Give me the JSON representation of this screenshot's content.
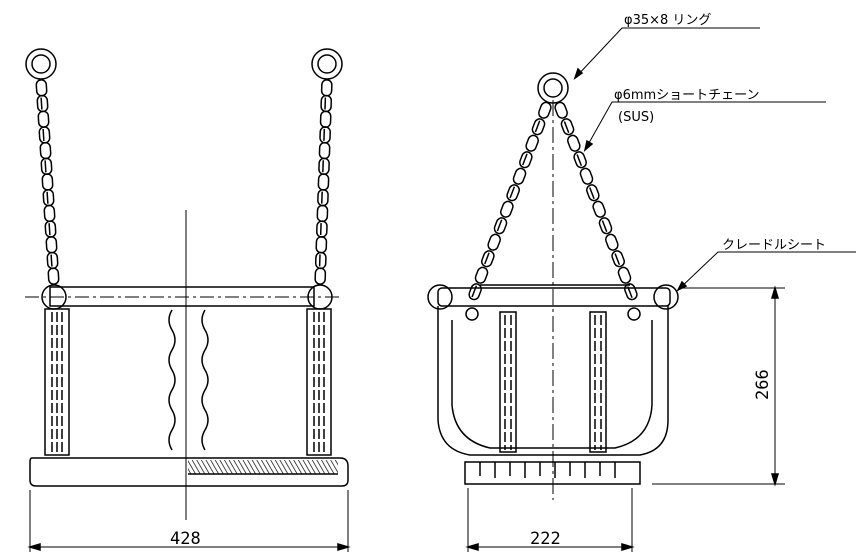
{
  "labels": {
    "ring": "φ35×8 リング",
    "chain_line1": "φ6mmショートチェーン",
    "chain_line2": "(SUS)",
    "seat": "クレードルシート"
  },
  "dimensions": {
    "front_width": "428",
    "side_width": "222",
    "seat_height": "266"
  }
}
